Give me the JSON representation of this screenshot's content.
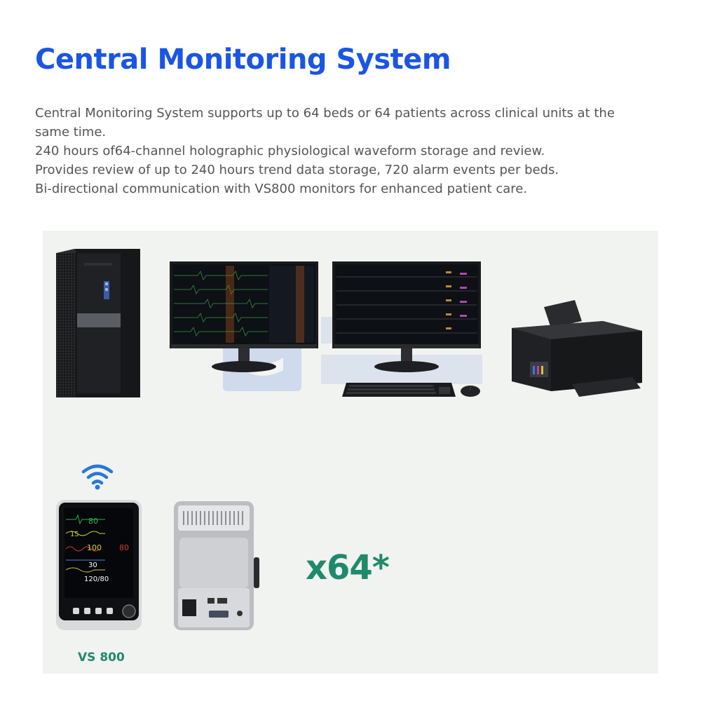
{
  "header": {
    "title": "Central Monitoring System"
  },
  "description": {
    "lines": [
      "Central Monitoring System supports up to 64 beds or 64 patients across clinical units at the same time.",
      "240 hours of64-channel holographic physiological waveform storage and review.",
      "Provides review of up to 240 hours trend data storage, 720 alarm events per beds.",
      "Bi-directional communication with VS800 monitors for enhanced patient care."
    ]
  },
  "diagram": {
    "multiplier": "x64*",
    "device_label": "VS 800",
    "monitor_readings": [
      "80",
      "15",
      "100",
      "80",
      "30",
      "120/80"
    ],
    "icons": [
      "tower-pc-icon",
      "monitor-icon",
      "keyboard-icon",
      "mouse-icon",
      "printer-icon",
      "wifi-icon",
      "patient-monitor-icon"
    ],
    "colors": {
      "title": "#1a55e3",
      "accent_green": "#1f8a6b",
      "panel_bg": "#f1f3f1",
      "text": "#555555"
    }
  }
}
